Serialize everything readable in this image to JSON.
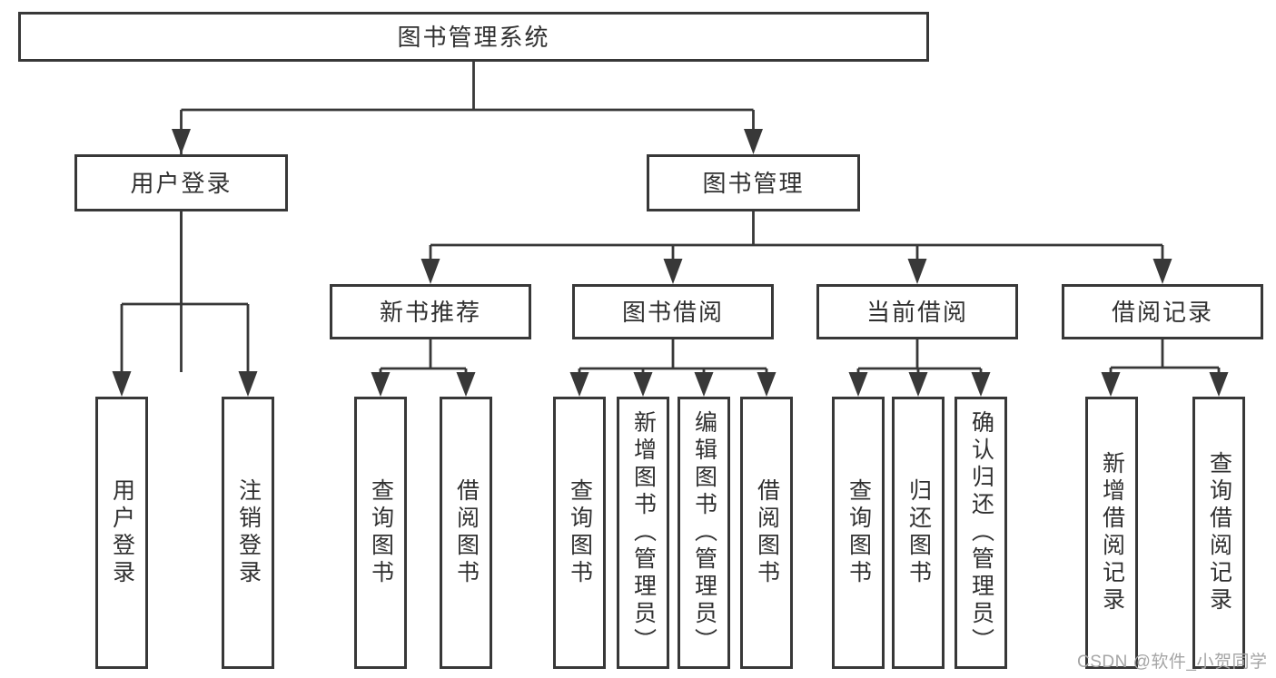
{
  "tree": {
    "root": {
      "label": "图书管理系统"
    },
    "branches": [
      {
        "label": "用户登录",
        "children": [
          {
            "label": "用户登录"
          },
          {
            "label": "注销登录"
          }
        ]
      },
      {
        "label": "图书管理",
        "groups": [
          {
            "label": "新书推荐",
            "children": [
              {
                "label": "查询图书"
              },
              {
                "label": "借阅图书"
              }
            ]
          },
          {
            "label": "图书借阅",
            "children": [
              {
                "label": "查询图书"
              },
              {
                "label": "新增图书（管理员）"
              },
              {
                "label": "编辑图书（管理员）"
              },
              {
                "label": "借阅图书"
              }
            ]
          },
          {
            "label": "当前借阅",
            "children": [
              {
                "label": "查询图书"
              },
              {
                "label": "归还图书"
              },
              {
                "label": "确认归还（管理员）"
              }
            ]
          },
          {
            "label": "借阅记录",
            "children": [
              {
                "label": "新增借阅记录"
              },
              {
                "label": "查询借阅记录"
              }
            ]
          }
        ]
      }
    ]
  },
  "watermark": {
    "text": "CSDN @软件_小贺同学"
  },
  "colors": {
    "line": "#383838",
    "box_border": "#383838",
    "text": "#303030",
    "background": "#ffffff",
    "watermark": "#a5a5a5"
  }
}
